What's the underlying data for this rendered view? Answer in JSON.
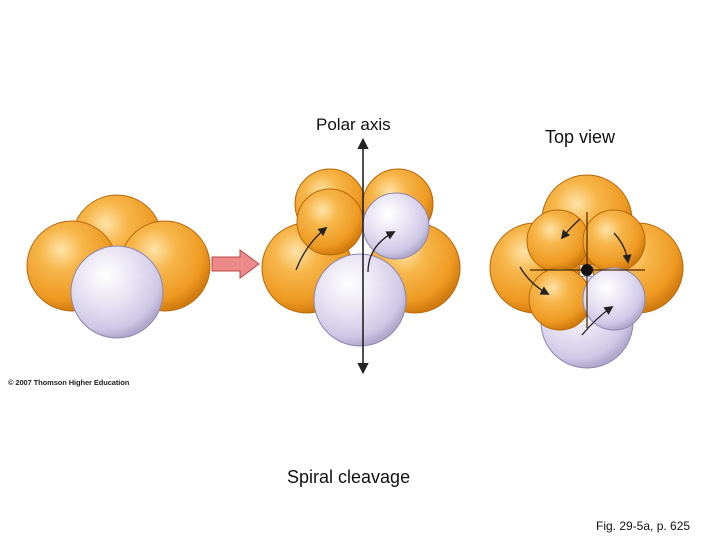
{
  "labels": {
    "polar_axis": "Polar axis",
    "top_view": "Top view",
    "copyright": "© 2007 Thomson Higher Education",
    "caption": "Spiral cleavage",
    "figure_ref": "Fig. 29-5a, p. 625"
  },
  "colors": {
    "orange_light": "#f9c46a",
    "orange_mid": "#f3a02c",
    "orange_dark": "#c06a08",
    "lavender_light": "#f4f1fb",
    "lavender_mid": "#d9d3ec",
    "lavender_dark": "#8e86ad",
    "arrow_fill": "#ec8a8a",
    "arrow_stroke": "#b84a4a"
  }
}
